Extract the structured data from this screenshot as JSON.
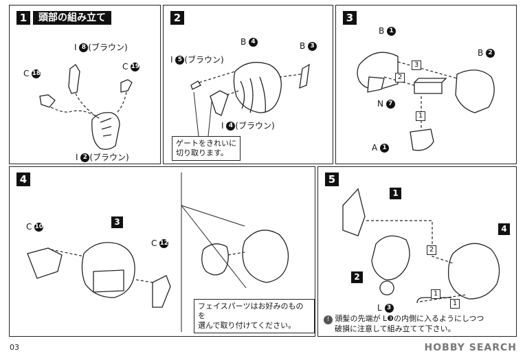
{
  "steps": [
    {
      "num": "1",
      "title": "頭部の組み立て"
    },
    {
      "num": "2"
    },
    {
      "num": "3"
    },
    {
      "num": "4"
    },
    {
      "num": "5"
    }
  ],
  "step1": {
    "i8": {
      "letter": "I",
      "num": "8",
      "note": "(ブラウン)"
    },
    "c18": {
      "letter": "C",
      "num": "18"
    },
    "c19": {
      "letter": "C",
      "num": "19"
    },
    "i2": {
      "letter": "I",
      "num": "2",
      "note": "(ブラウン)"
    }
  },
  "step2": {
    "i5": {
      "letter": "I",
      "num": "5",
      "note": "(ブラウン)"
    },
    "b4": {
      "letter": "B",
      "num": "4"
    },
    "b3": {
      "letter": "B",
      "num": "3"
    },
    "i4": {
      "letter": "I",
      "num": "4",
      "note": "(ブラウン)"
    },
    "gate_note": "ゲートをきれいに\n切り取ります。"
  },
  "step3": {
    "b1": {
      "letter": "B",
      "num": "1"
    },
    "b2": {
      "letter": "B",
      "num": "2"
    },
    "n7": {
      "letter": "N",
      "num": "7"
    },
    "a1": {
      "letter": "A",
      "num": "1"
    },
    "seq": [
      "3",
      "2",
      "1"
    ]
  },
  "step4": {
    "c10": {
      "letter": "C",
      "num": "10"
    },
    "c12": {
      "letter": "C",
      "num": "12"
    },
    "ref3": "3",
    "face_note": "フェイスパーツはお好みのものを\n選んで取り付けてください。"
  },
  "step5": {
    "ref1": "1",
    "ref2": "2",
    "ref4": "4",
    "l3": {
      "letter": "L",
      "num": "3"
    },
    "seq": [
      "2",
      "1",
      "1"
    ],
    "caution_line1": "頭髪の先端が L❸の内側に入るようにしつつ",
    "caution_line2": "破損に注意して組み立てて下さい。"
  },
  "footer": {
    "page": "03",
    "watermark": "HOBBY SEARCH"
  }
}
